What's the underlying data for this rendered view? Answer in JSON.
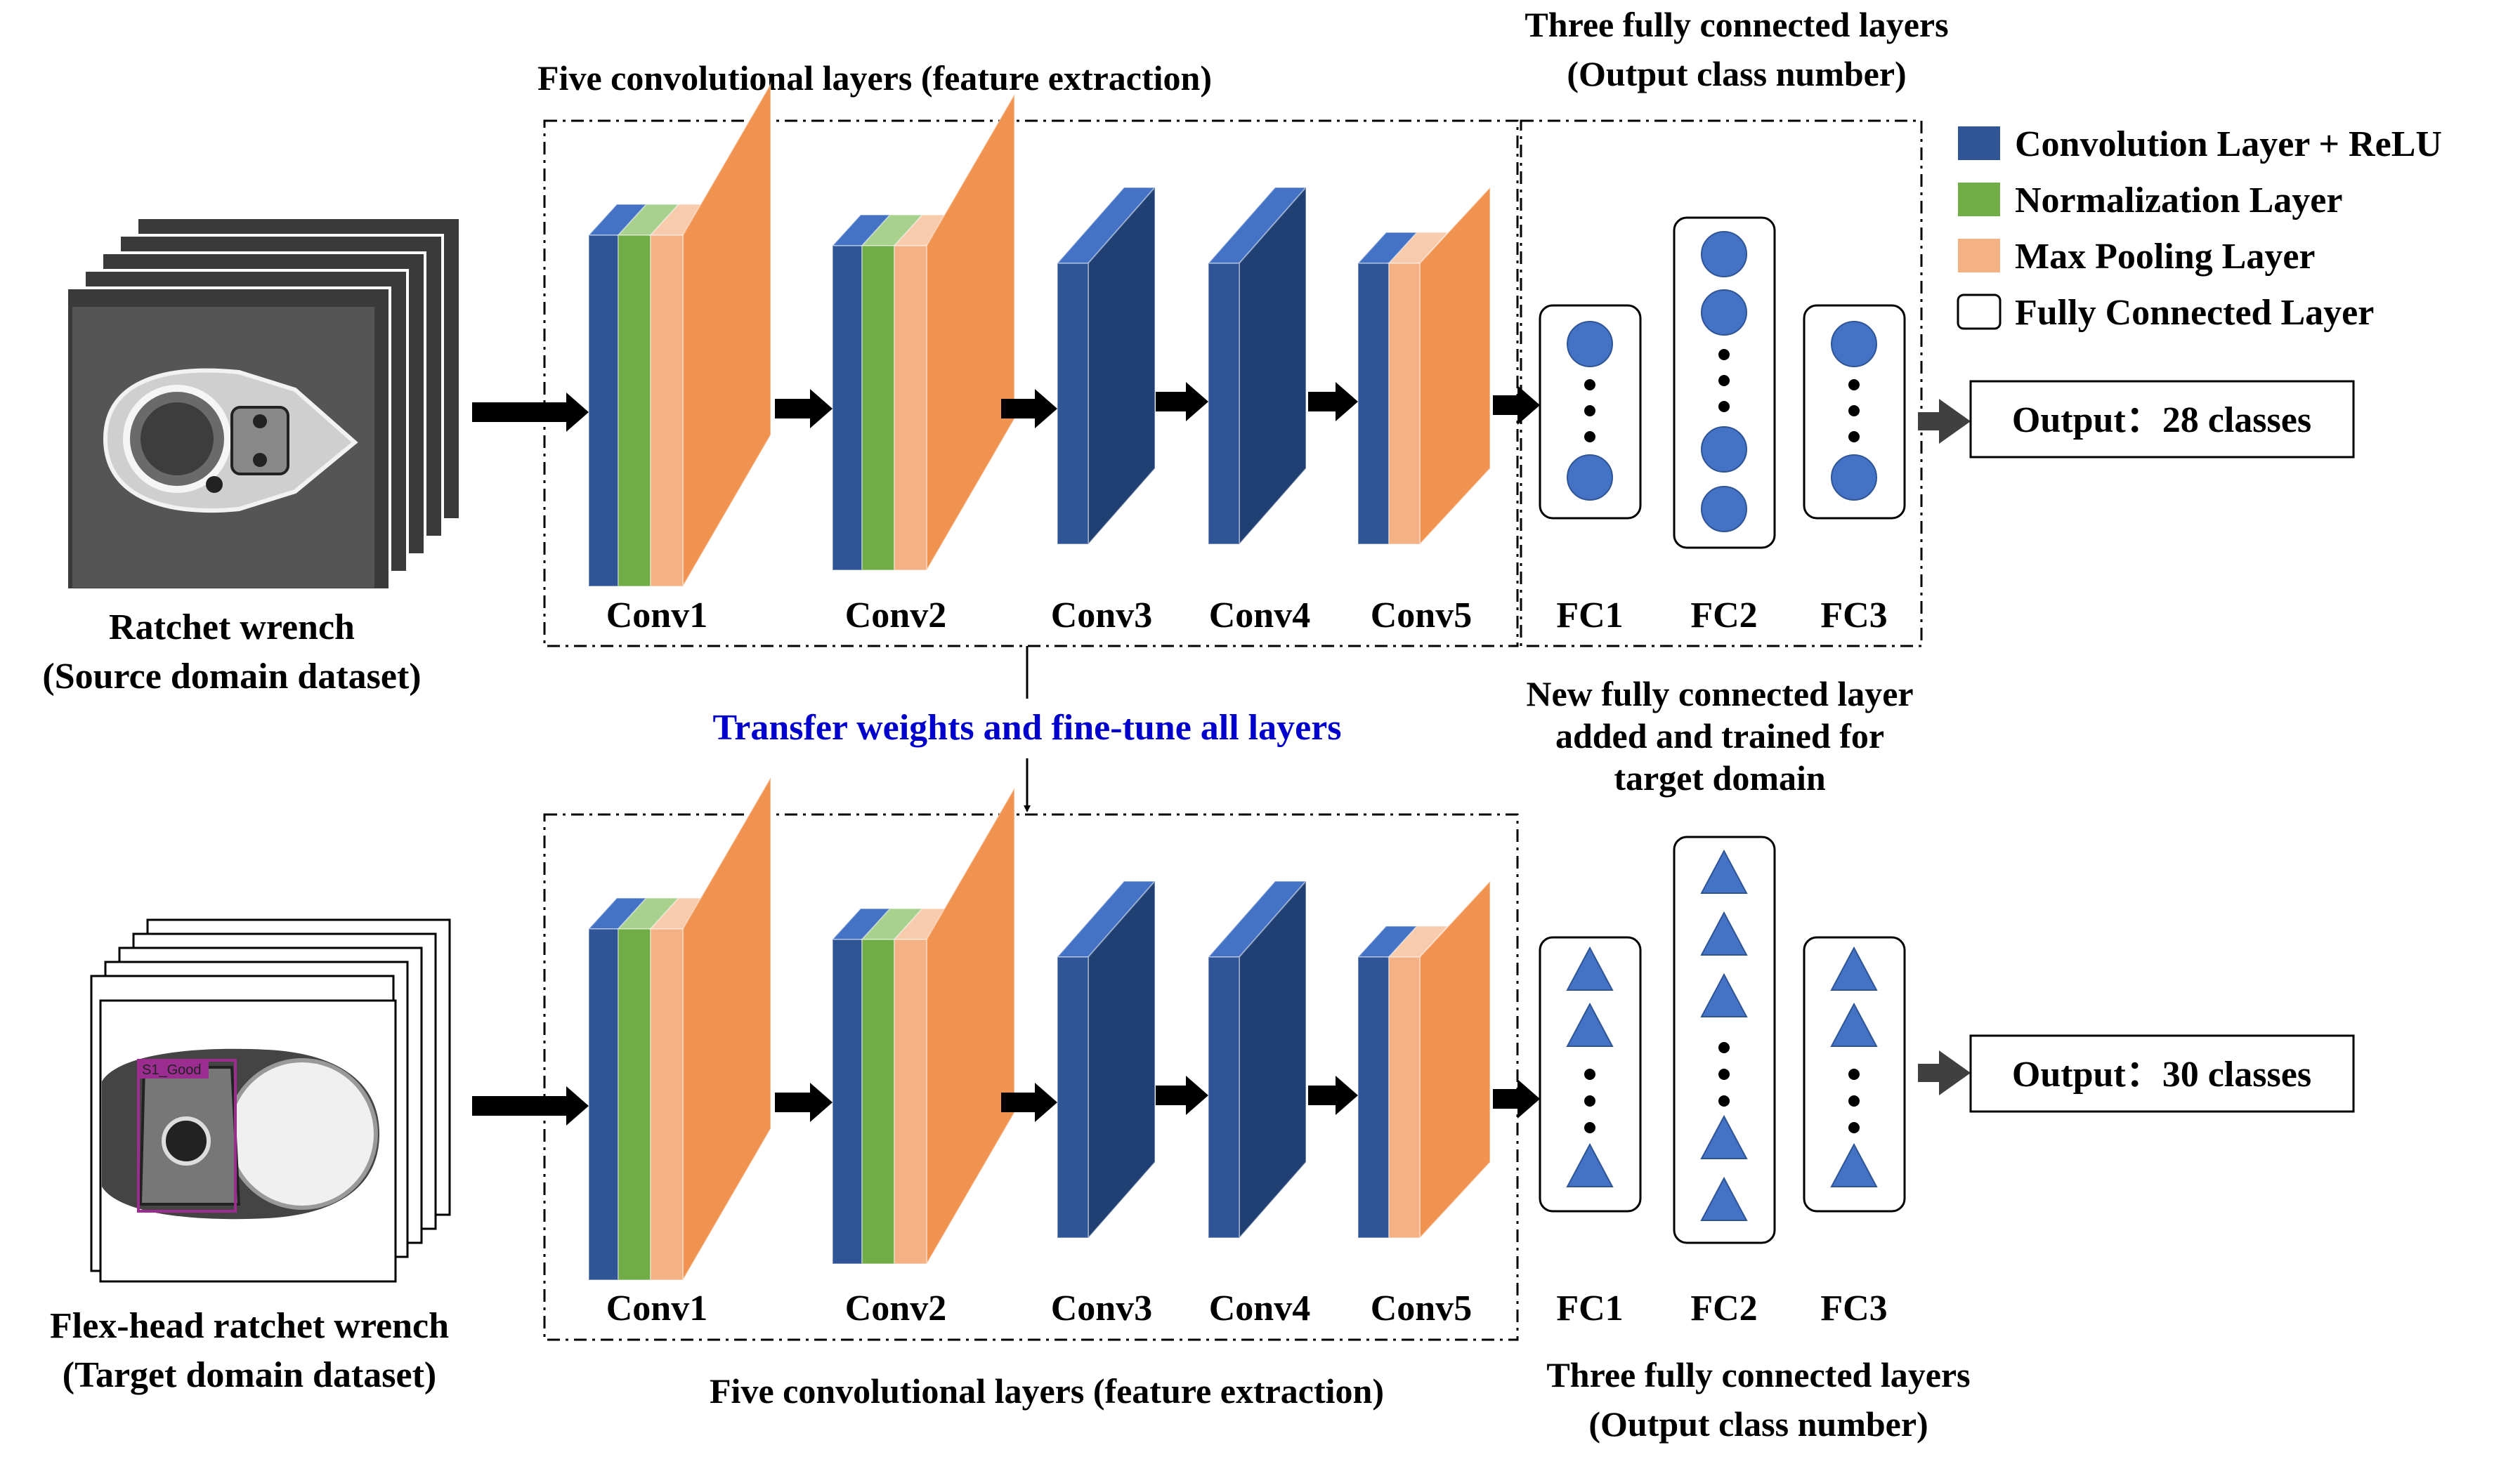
{
  "colors": {
    "conv_front": "#2F5597",
    "conv_top": "#4472C4",
    "conv_side": "#203F73",
    "norm": "#70AD47",
    "norm_top": "#A9D18E",
    "pool": "#F4B183",
    "pool_face": "#F19350",
    "pool_top": "#F8CBAD",
    "node": "#4472C4",
    "transfer_text": "#0000CC"
  },
  "legend": [
    {
      "label": "Convolution Layer + ReLU",
      "swatch": "conv"
    },
    {
      "label": "Normalization Layer",
      "swatch": "norm"
    },
    {
      "label": "Max Pooling Layer",
      "swatch": "pool"
    },
    {
      "label": "Fully Connected Layer",
      "swatch": "fc"
    }
  ],
  "conv_labels": [
    "Conv1",
    "Conv2",
    "Conv3",
    "Conv4",
    "Conv5"
  ],
  "fc_labels": [
    "FC1",
    "FC2",
    "FC3"
  ],
  "source": {
    "title_line1": "Ratchet wrench",
    "title_line2": "(Source domain dataset)",
    "conv_group_title": "Five convolutional layers (feature extraction)",
    "fc_group_title_line1": "Three fully connected layers",
    "fc_group_title_line2": "(Output class number)",
    "output": "Output：28 classes"
  },
  "transfer_text": "Transfer weights and fine-tune all layers",
  "target": {
    "title_line1": "Flex-head ratchet wrench",
    "title_line2": "(Target domain dataset)",
    "conv_group_title": "Five convolutional layers (feature extraction)",
    "fc_group_title_line1": "Three fully connected layers",
    "fc_group_title_line2": "(Output class number)",
    "new_fc_line1": "New fully connected layer",
    "new_fc_line2": "added and trained for",
    "new_fc_line3": "target domain",
    "output": "Output：30 classes",
    "image_tag": "S1_Good"
  }
}
